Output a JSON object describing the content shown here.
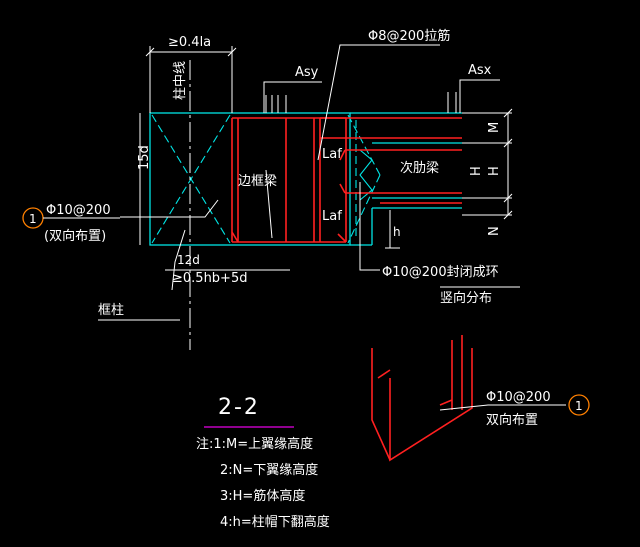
{
  "labels": {
    "anchor_len": "≥0.4la",
    "column_center": "柱中线",
    "dim_15d": "15d",
    "asy": "Asy",
    "asx": "Asx",
    "stirrup_top": "Φ8@200拉筋",
    "edge_beam": "边框梁",
    "secondary_beam": "次肋梁",
    "laf_top": "Laf",
    "laf_bottom": "Laf",
    "dim_m": "M",
    "dim_h_upper": "H",
    "dim_n": "N",
    "dim_h_lower": "h",
    "rebar_left": "Φ10@200",
    "rebar_left_note": "(双向布置)",
    "dim_12d": "12d",
    "dim_05hb": "≥0.5hb+5d",
    "closed_ring": "Φ10@200封闭成环",
    "vertical_dist": "竖向分布",
    "frame_column": "框柱",
    "rebar_right": "Φ10@200",
    "rebar_right_note": "双向布置",
    "marker_1": "1",
    "marker_2": "1"
  },
  "section_title": "2-2",
  "notes": [
    "注:1:M=上翼缘高度",
    "2:N=下翼缘高度",
    "3:H=筋体高度",
    "4:h=柱帽下翻高度"
  ],
  "colors": {
    "background": "#000000",
    "rebar": "#ff2020",
    "concrete": "#00e5e5",
    "annotation": "#ffffff",
    "title_underline": "#c000c0",
    "marker": "#ff8000"
  }
}
